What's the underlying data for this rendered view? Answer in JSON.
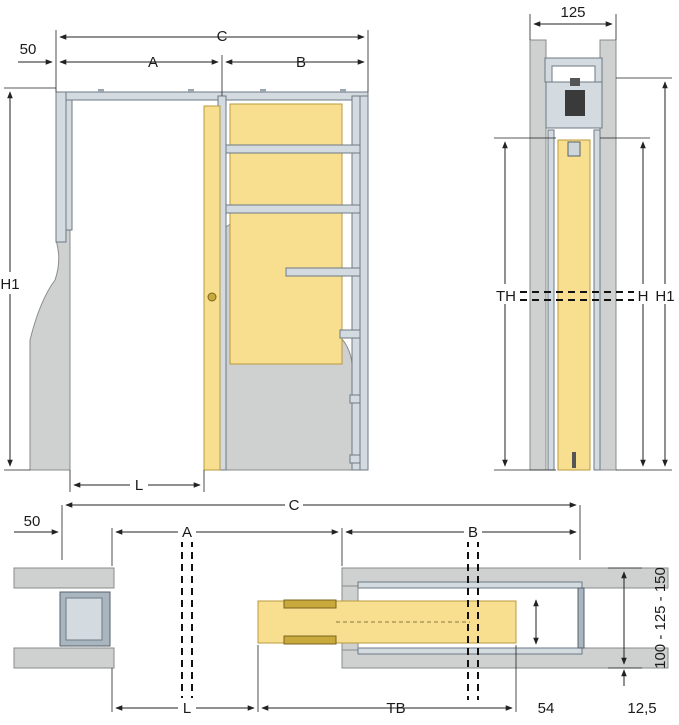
{
  "elevation": {
    "labels": {
      "left_gap": "50",
      "overall": "C",
      "opening": "A",
      "pocket": "B",
      "height": "H1",
      "passage": "L"
    }
  },
  "section": {
    "labels": {
      "thickness": "125",
      "door_height": "TH",
      "height": "H",
      "total_height": "H1"
    }
  },
  "plan": {
    "labels": {
      "left_gap": "50",
      "overall": "C",
      "opening": "A",
      "pocket": "B",
      "passage": "L",
      "door_leaf": "TB",
      "jamb": "54",
      "wall_thickness": "100 - 125 - 150",
      "board": "12,5"
    }
  },
  "colors": {
    "wall": "#cfd0d0",
    "door_panel": "#f7df8f",
    "steel": "#d4dbe0",
    "dimension": "#222222"
  }
}
